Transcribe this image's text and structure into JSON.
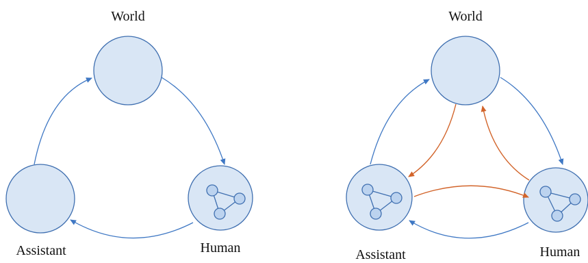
{
  "diagrams": [
    {
      "labels": {
        "top": "World",
        "left": "Assistant",
        "right": "Human"
      }
    },
    {
      "labels": {
        "top": "World",
        "left": "Assistant",
        "right": "Human"
      }
    }
  ],
  "colors": {
    "node_fill": "#d9e6f5",
    "node_stroke": "#3f6fb0",
    "blue_arrow": "#3f78c4",
    "orange_arrow": "#d2642a"
  }
}
